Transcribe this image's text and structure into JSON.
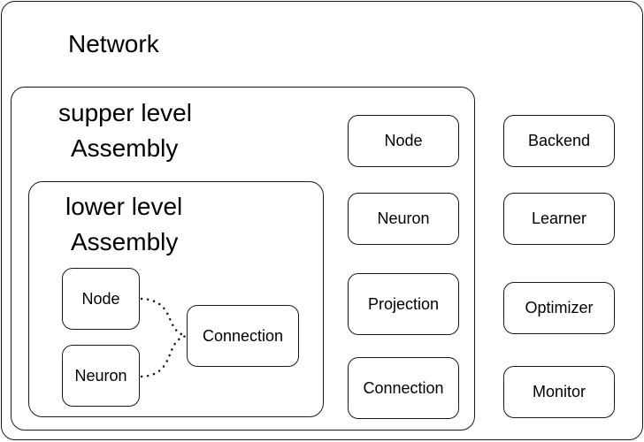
{
  "network": {
    "title": "Network",
    "upper_assembly": {
      "title_line1": "supper level",
      "title_line2": "Assembly",
      "lower_assembly": {
        "title_line1": "lower level",
        "title_line2": "Assembly",
        "nodes": {
          "node": "Node",
          "neuron": "Neuron",
          "connection": "Connection"
        }
      },
      "components": [
        "Node",
        "Neuron",
        "Projection",
        "Connection"
      ]
    },
    "services": [
      "Backend",
      "Learner",
      "Optimizer",
      "Monitor"
    ]
  }
}
